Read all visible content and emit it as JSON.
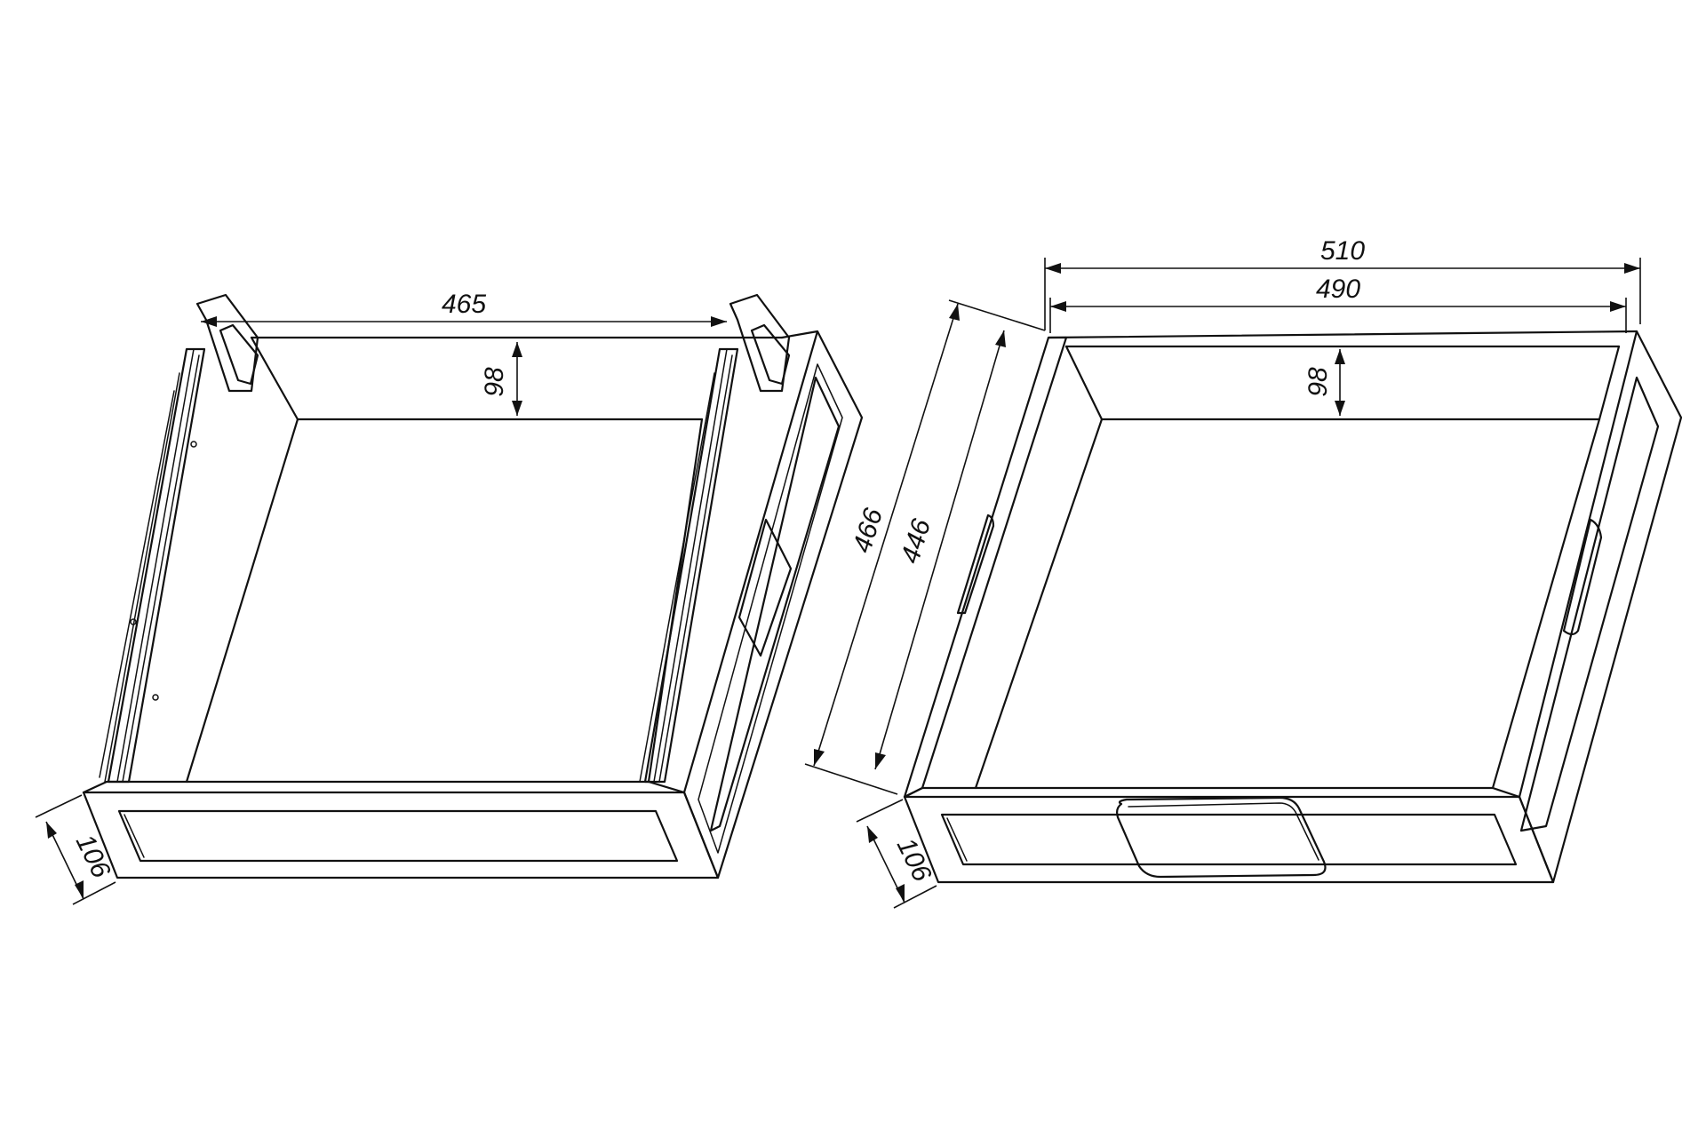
{
  "colors": {
    "line": "#111111",
    "background": "#ffffff"
  },
  "left_drawer": {
    "width_inner": "465",
    "side_height": "98",
    "front_height": "106"
  },
  "right_drawer": {
    "width_outer": "510",
    "width_inner": "490",
    "depth_outer": "466",
    "depth_inner": "446",
    "side_height": "98",
    "front_height": "106"
  }
}
